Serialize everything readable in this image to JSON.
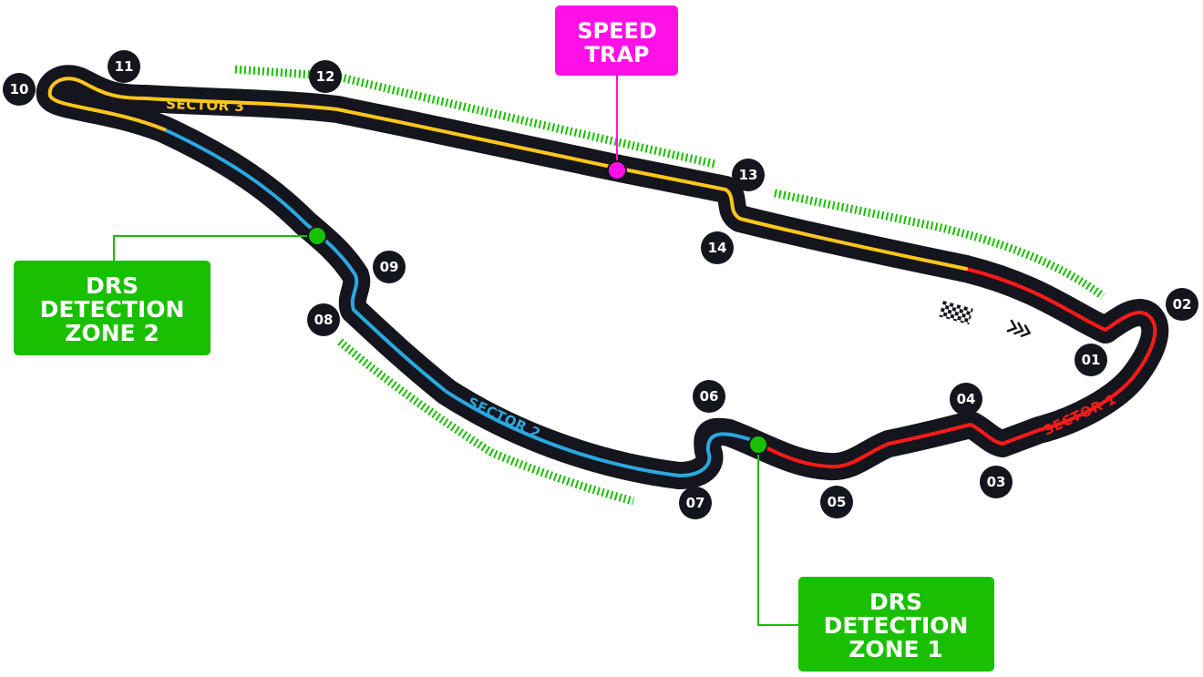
{
  "circuit": {
    "corners": [
      "01",
      "02",
      "03",
      "04",
      "05",
      "06",
      "07",
      "08",
      "09",
      "10",
      "11",
      "12",
      "13",
      "14"
    ],
    "sectors": [
      {
        "label": "SECTOR 1",
        "color": "#ff1a1a"
      },
      {
        "label": "SECTOR 2",
        "color": "#2aa8e0"
      },
      {
        "label": "SECTOR 3",
        "color": "#ffc61a"
      }
    ],
    "speed_trap": {
      "line1": "SPEED",
      "line2": "TRAP",
      "color": "#ff10e6"
    },
    "drs_detection_zone_1": {
      "line1": "DRS",
      "line2": "DETECTION",
      "line3": "ZONE 1",
      "color": "#18c000"
    },
    "drs_detection_zone_2": {
      "line1": "DRS",
      "line2": "DETECTION",
      "line3": "ZONE 2",
      "color": "#18c000"
    },
    "drs_zone_count": 3,
    "track_color": "#15151e",
    "start_finish_icon": "chequered-flag-icon",
    "direction_icon": "direction-chevrons-icon"
  }
}
